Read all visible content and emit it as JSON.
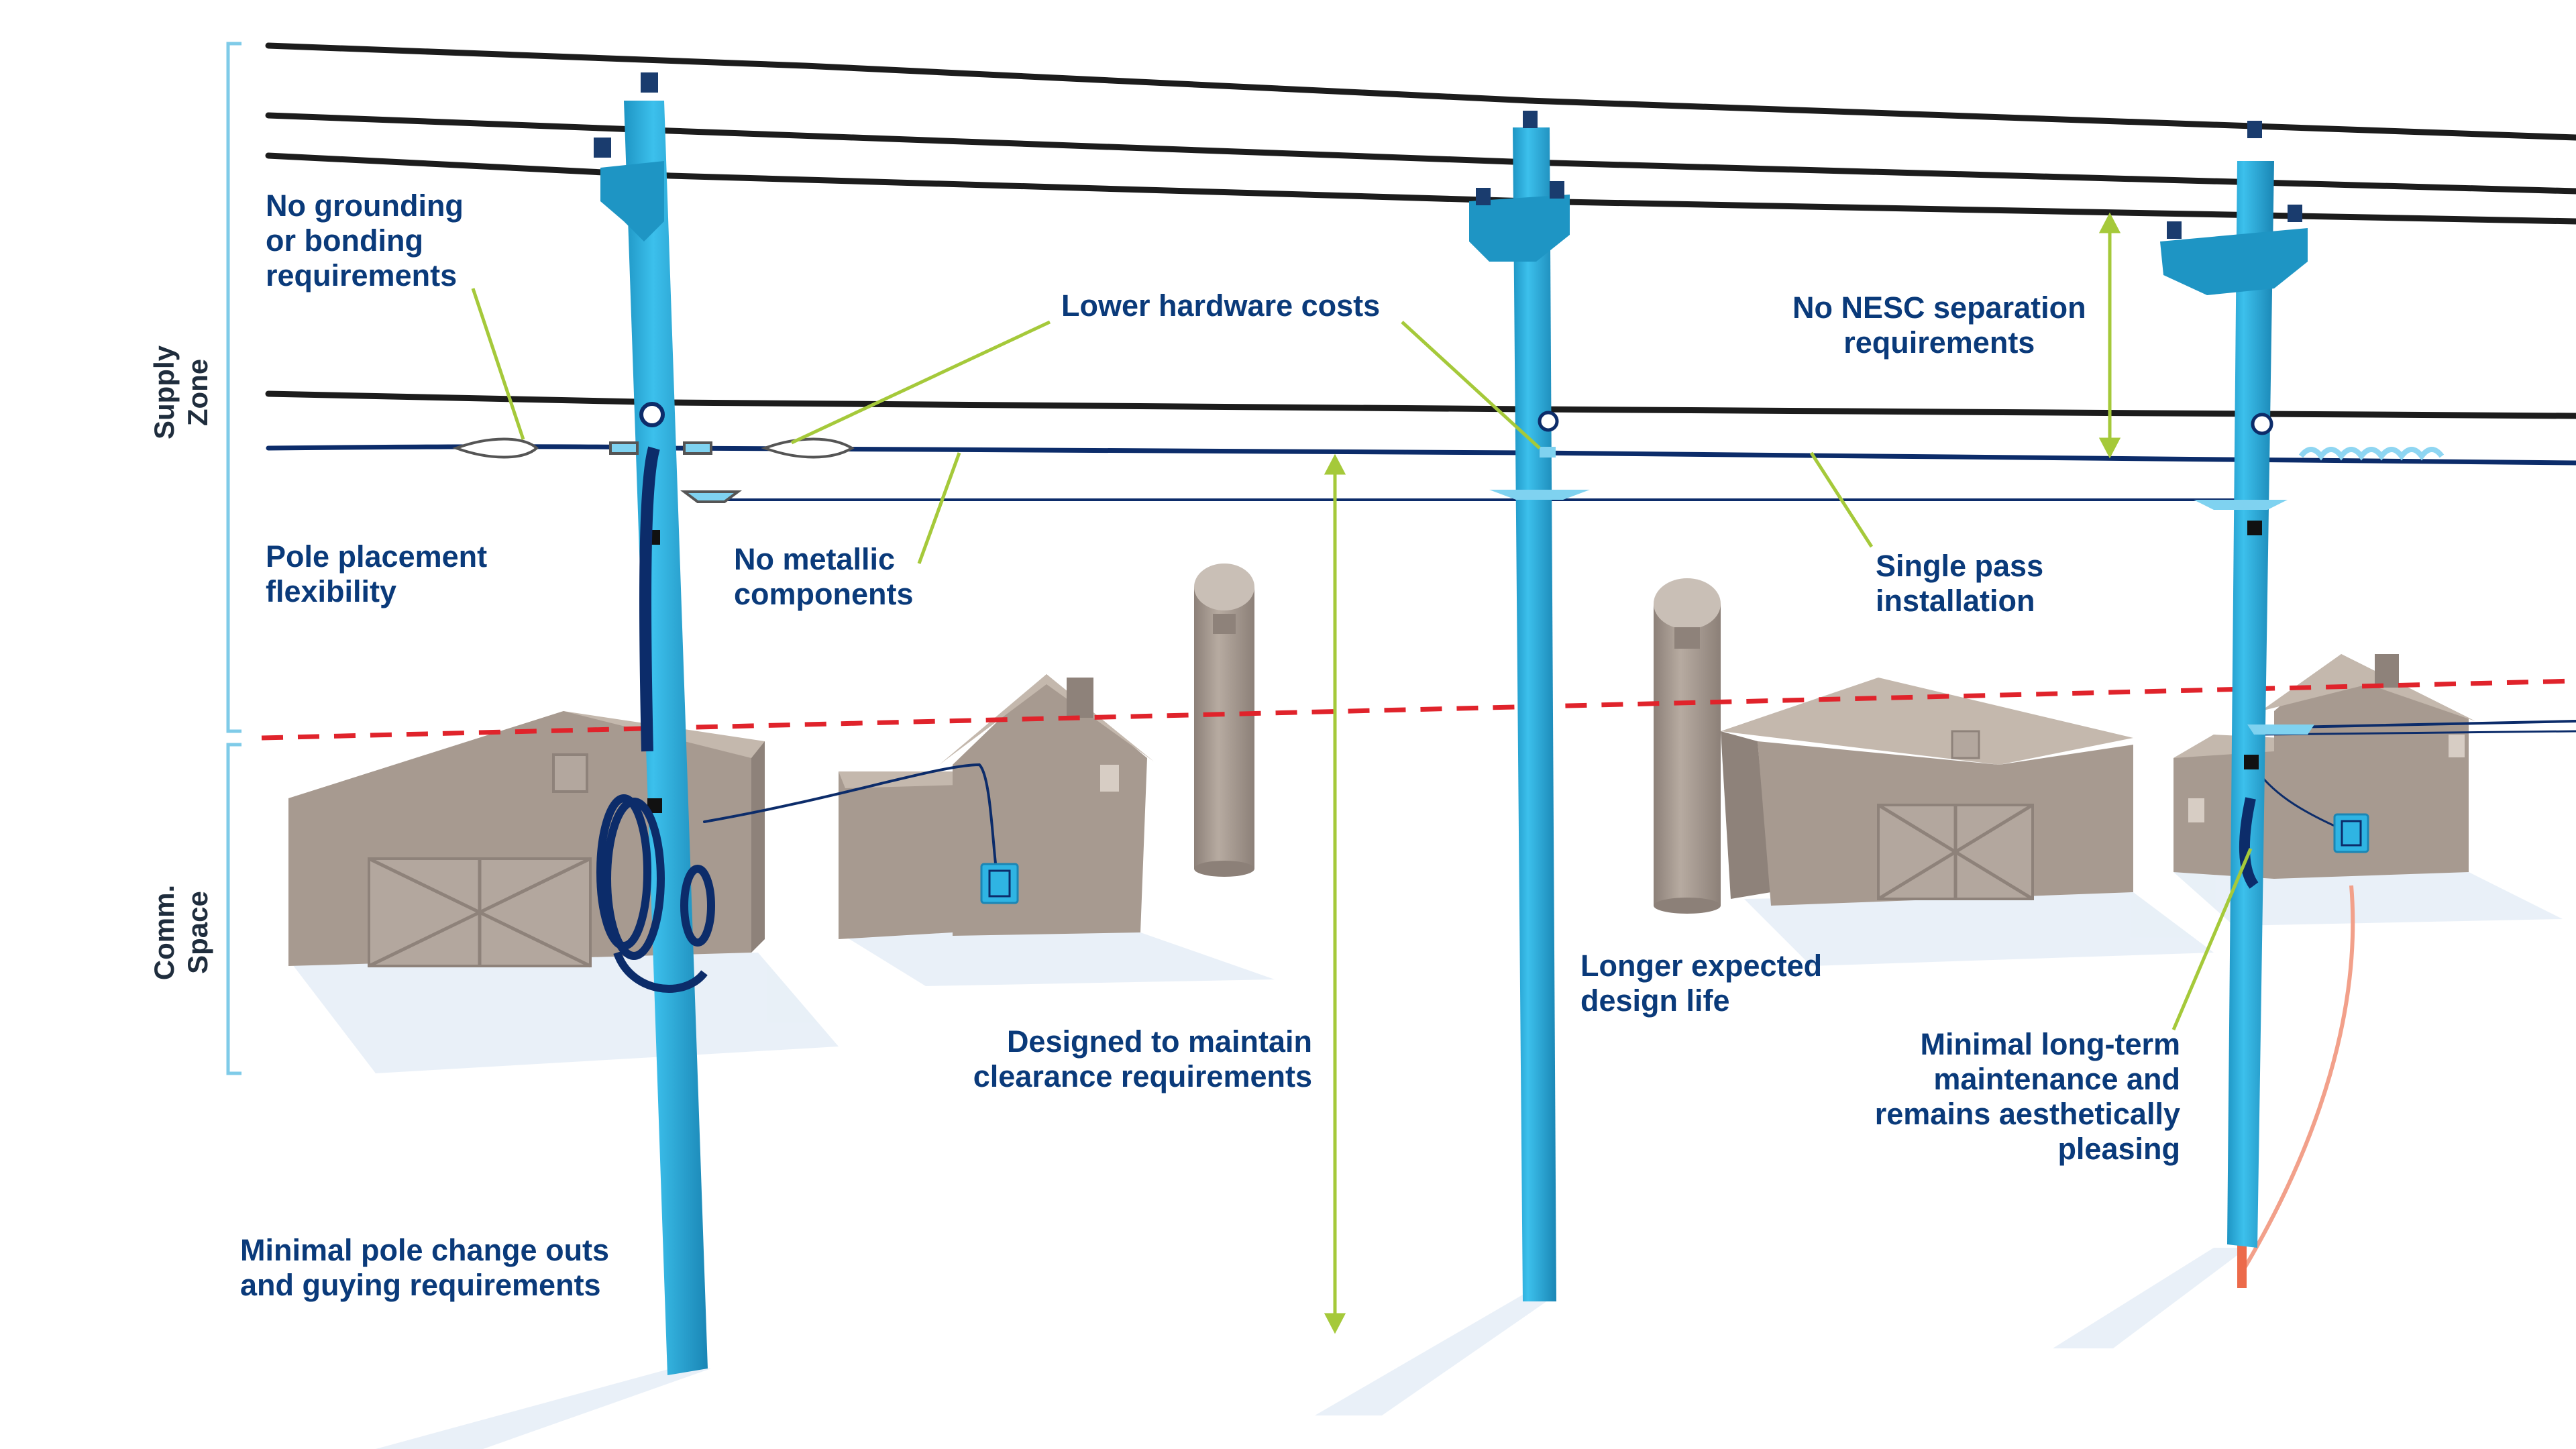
{
  "zones": {
    "supply": [
      "Supply",
      "Zone"
    ],
    "comm": [
      "Comm.",
      "Space"
    ]
  },
  "labels": {
    "no_grounding": [
      "No grounding",
      "or bonding",
      "requirements"
    ],
    "lower_hardware": [
      "Lower hardware costs"
    ],
    "no_nesc": [
      "No NESC separation",
      "requirements"
    ],
    "pole_placement": [
      "Pole placement",
      "flexibility"
    ],
    "no_metallic": [
      "No metallic",
      "components"
    ],
    "single_pass": [
      "Single pass",
      "installation"
    ],
    "longer_life": [
      "Longer expected",
      "design life"
    ],
    "clearance": [
      "Designed to maintain",
      "clearance requirements"
    ],
    "minimal_maintenance": [
      "Minimal long-term",
      "maintenance and",
      "remains aesthetically",
      "pleasing"
    ],
    "minimal_pole": [
      "Minimal pole change outs",
      "and guying requirements"
    ]
  },
  "colors": {
    "pole": "#2fb4e3",
    "pole_shade": "#1e95c4",
    "callout": "#a5c93a",
    "label": "#0a3a7a",
    "separation_line": "#e0232b",
    "building": "#a79a90",
    "building_roof": "#c4b8ad",
    "power_line": "#222222",
    "fiber": "#0c2c6a",
    "zone_bracket": "#7fcbe8"
  }
}
